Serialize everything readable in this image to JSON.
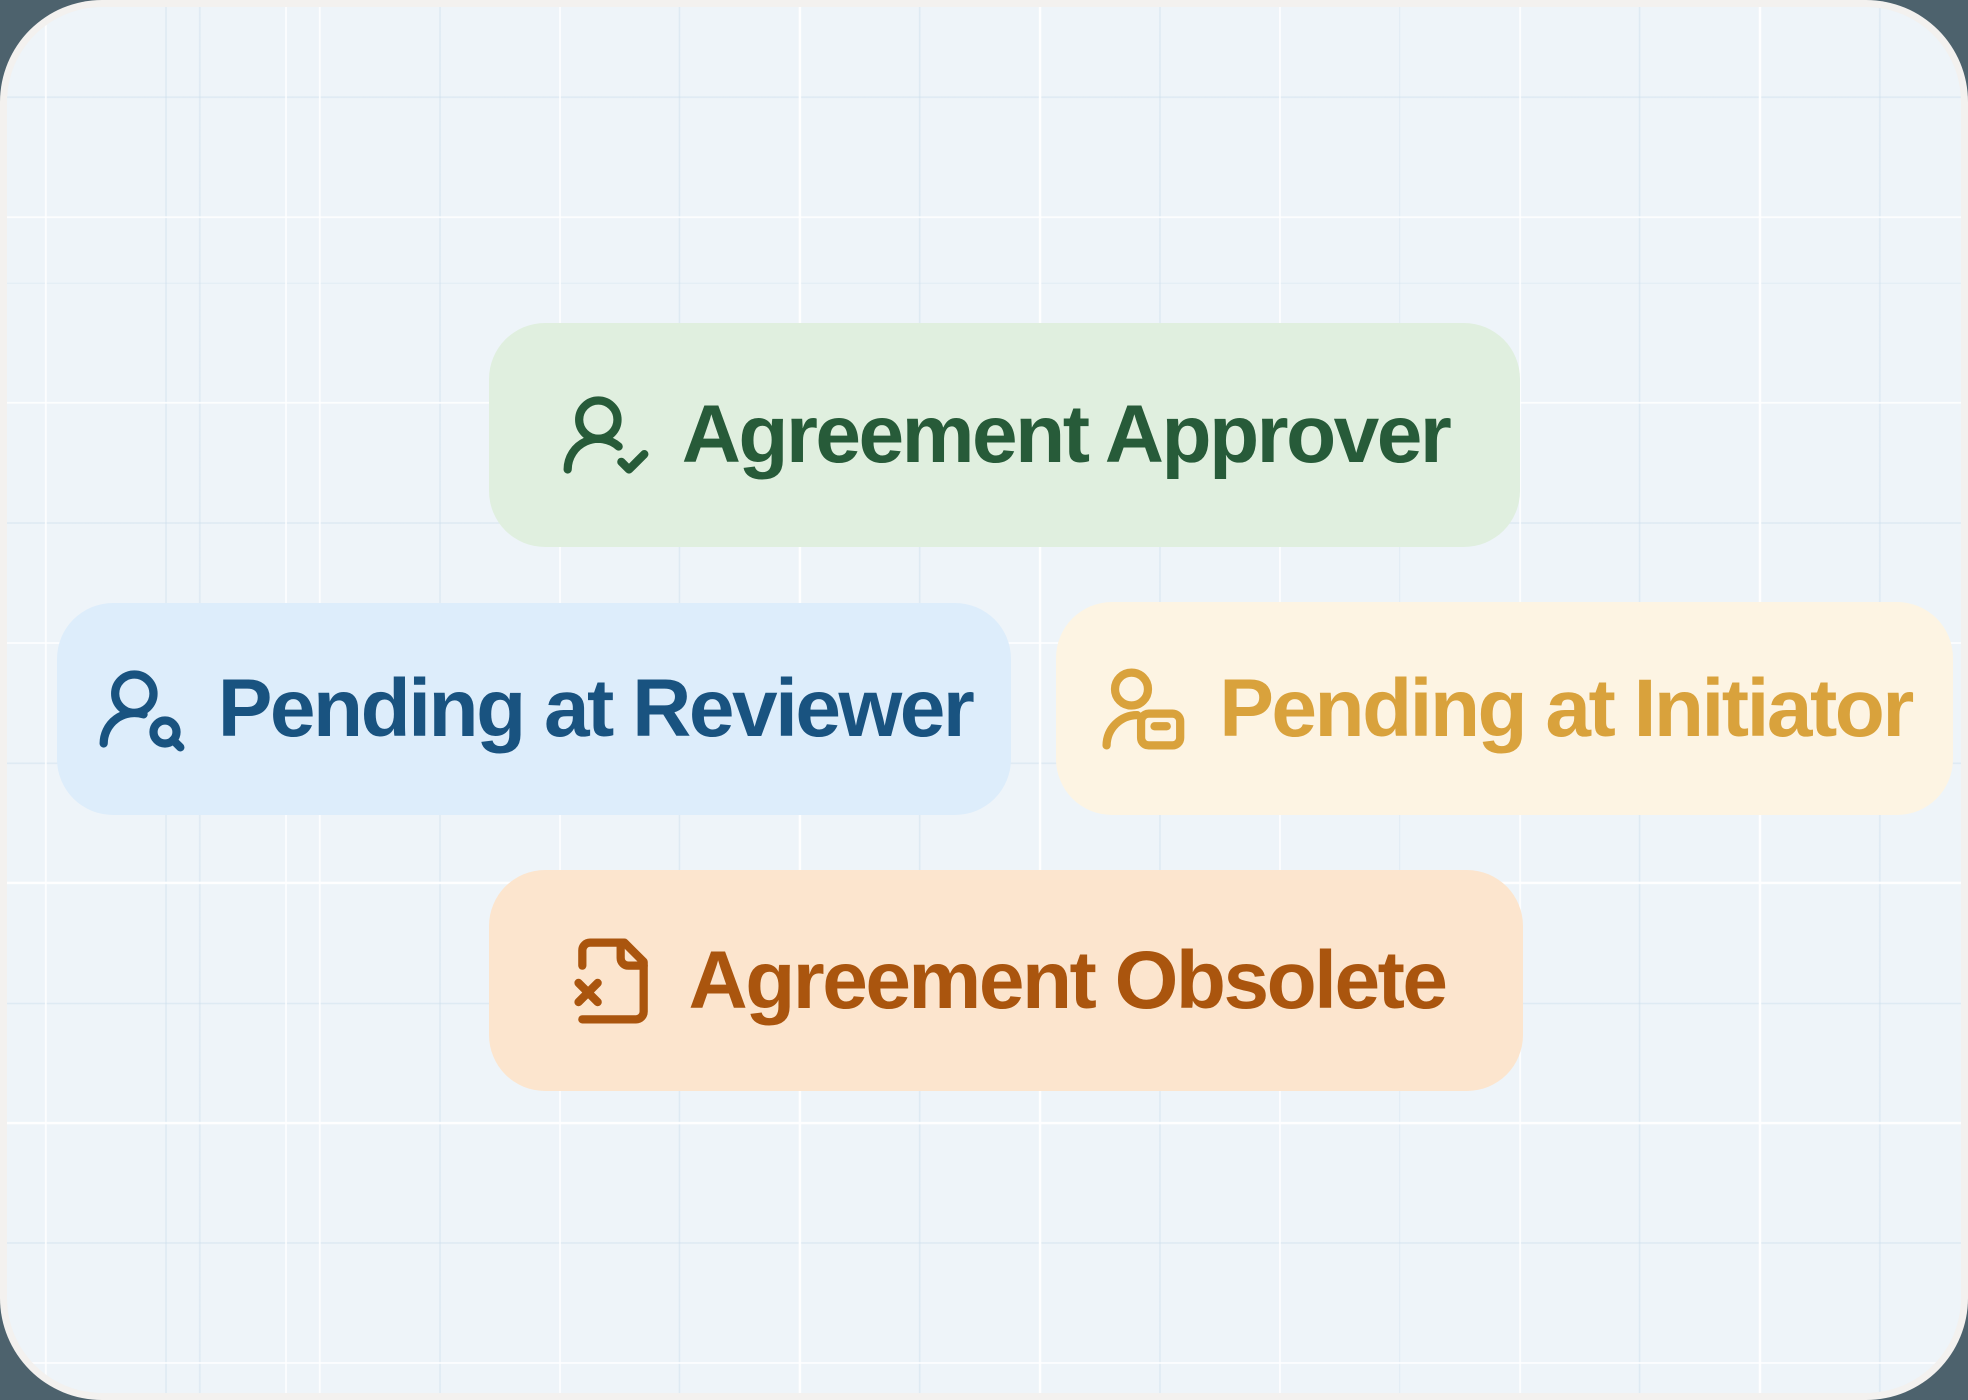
{
  "page": {
    "outside_color": "#4d626d",
    "ring_color": "#f3f1ef",
    "canvas_color": "#eef4f9",
    "grid_line_white": "#ffffff",
    "grid_line_faint": "#cbddeb"
  },
  "badges": [
    {
      "id": "agreement-approver",
      "label": "Agreement Approver",
      "icon": "user-check-icon",
      "bg": "#e0efdf",
      "fg": "#275b39"
    },
    {
      "id": "pending-at-reviewer",
      "label": "Pending at Reviewer",
      "icon": "user-search-icon",
      "bg": "#ddedfb",
      "fg": "#195380"
    },
    {
      "id": "pending-at-initiator",
      "label": "Pending at Initiator",
      "icon": "user-card-icon",
      "bg": "#fdf4e3",
      "fg": "#d9a23c"
    },
    {
      "id": "agreement-obsolete",
      "label": "Agreement Obsolete",
      "icon": "file-x-icon",
      "bg": "#fce5ce",
      "fg": "#aa550e"
    }
  ]
}
